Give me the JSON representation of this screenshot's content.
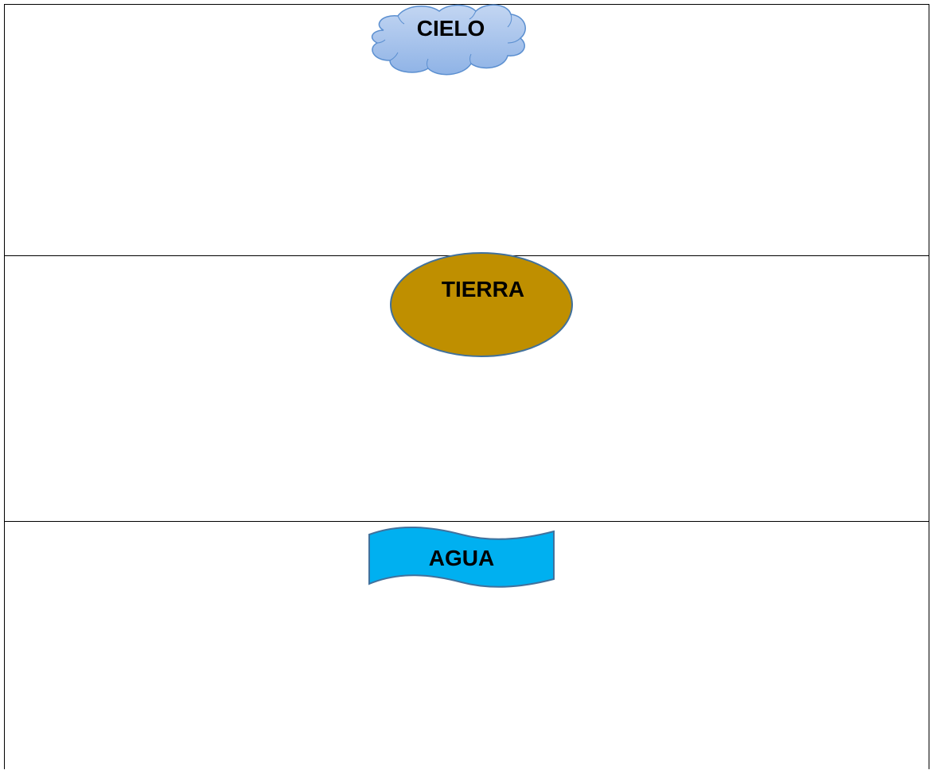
{
  "diagram": {
    "rows": [
      {
        "label": "CIELO",
        "shape": "cloud",
        "fill": "#A8C5EC",
        "stroke": "#5B8FD0"
      },
      {
        "label": "TIERRA",
        "shape": "ellipse",
        "fill": "#BF8F00",
        "stroke": "#41719C"
      },
      {
        "label": "AGUA",
        "shape": "wave",
        "fill": "#00B0F0",
        "stroke": "#41719C"
      }
    ]
  }
}
